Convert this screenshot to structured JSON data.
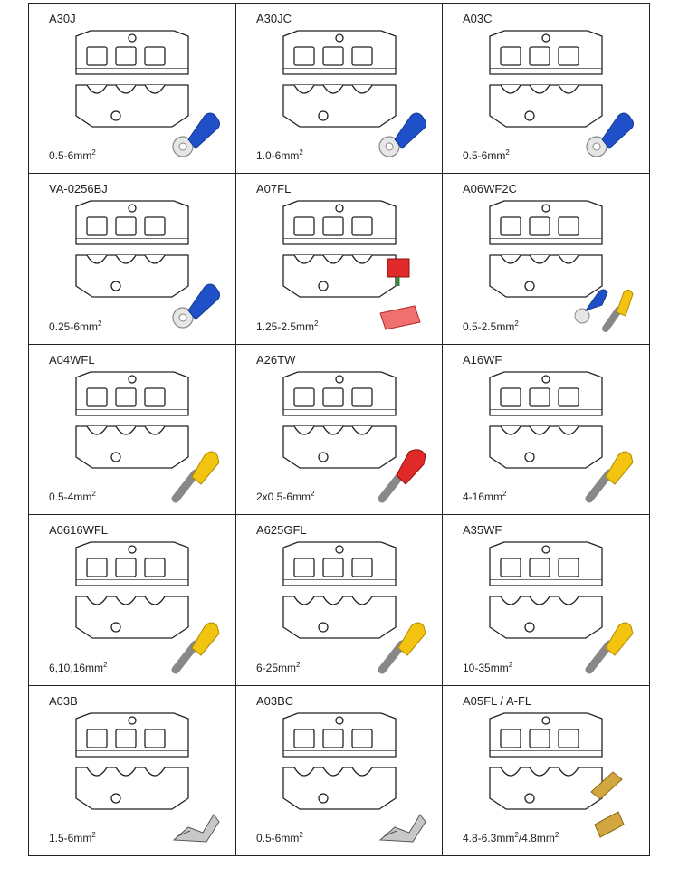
{
  "dies": [
    {
      "model": "A30J",
      "range": "0.5-6mm",
      "sup": "2",
      "terminal": "blue-ring-terminal-icon"
    },
    {
      "model": "A30JC",
      "range": "1.0-6mm",
      "sup": "2",
      "terminal": "blue-ring-terminal-icon"
    },
    {
      "model": "A03C",
      "range": "0.5-6mm",
      "sup": "2",
      "terminal": "blue-ring-terminal-icon"
    },
    {
      "model": "VA-0256BJ",
      "range": "0.25-6mm",
      "sup": "2",
      "terminal": "blue-ring-terminal-icon"
    },
    {
      "model": "A07FL",
      "range": "1.25-2.5mm",
      "sup": "2",
      "terminal": "red-flag-terminal-icon"
    },
    {
      "model": "A06WF2C",
      "range": "0.5-2.5mm",
      "sup": "2",
      "terminal": "ring-and-ferrule-icon"
    },
    {
      "model": "A04WFL",
      "range": "0.5-4mm",
      "sup": "2",
      "terminal": "yellow-ferrule-icon"
    },
    {
      "model": "A26TW",
      "range": "2x0.5-6mm",
      "sup": "2",
      "terminal": "red-twin-ferrule-icon"
    },
    {
      "model": "A16WF",
      "range": "4-16mm",
      "sup": "2",
      "terminal": "yellow-ferrule-icon"
    },
    {
      "model": "A0616WFL",
      "range": "6,10,16mm",
      "sup": "2",
      "terminal": "yellow-ferrule-icon"
    },
    {
      "model": "A625GFL",
      "range": "6-25mm",
      "sup": "2",
      "terminal": "yellow-ferrule-icon"
    },
    {
      "model": "A35WF",
      "range": "10-35mm",
      "sup": "2",
      "terminal": "yellow-ferrule-icon"
    },
    {
      "model": "A03B",
      "range": "1.5-6mm",
      "sup": "2",
      "terminal": "open-barrel-terminal-icon"
    },
    {
      "model": "A03BC",
      "range": "0.5-6mm",
      "sup": "2",
      "terminal": "open-barrel-terminal-icon"
    },
    {
      "model": "A05FL / A-FL",
      "range": "4.8-6.3mm",
      "sup": "2",
      "range_suffix": "/4.8mm",
      "sup2": "2",
      "terminal": "gold-flag-terminal-icon"
    }
  ],
  "colors": {
    "blue": "#1f4fc9",
    "red": "#e02a2a",
    "yellow": "#f2c40f",
    "gold": "#d4a640",
    "line": "#222222"
  }
}
